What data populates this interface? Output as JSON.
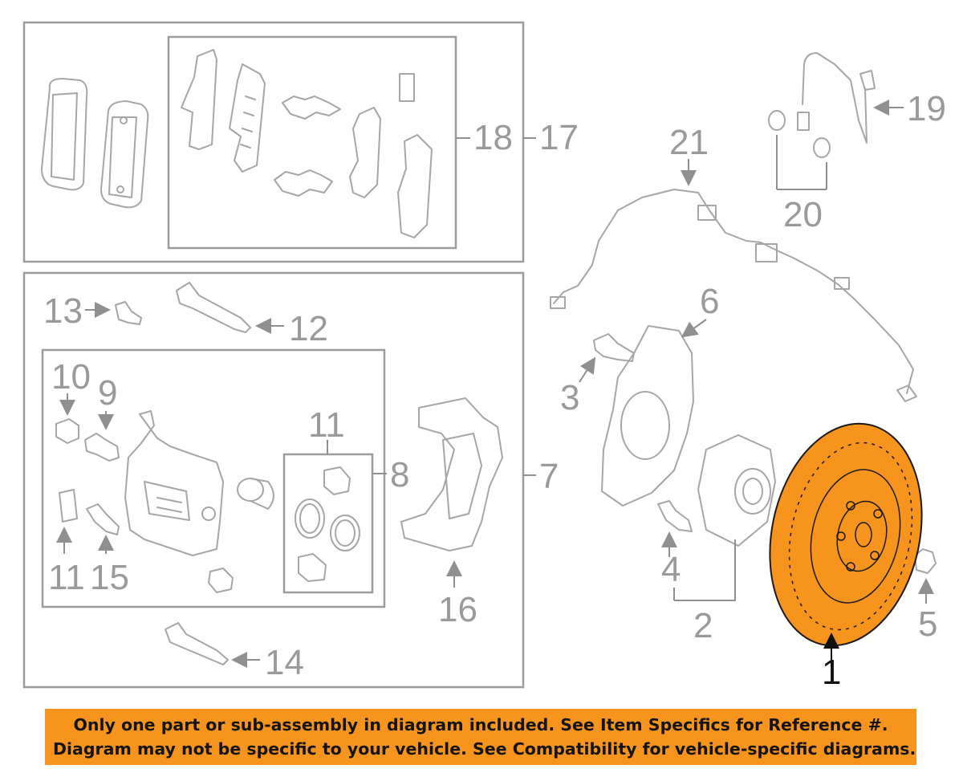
{
  "callouts": {
    "c1": "1",
    "c2": "2",
    "c3": "3",
    "c4": "4",
    "c5": "5",
    "c6": "6",
    "c7": "7",
    "c8": "8",
    "c9": "9",
    "c10": "10",
    "c11a": "11",
    "c11b": "11",
    "c12": "12",
    "c13": "13",
    "c14": "14",
    "c15": "15",
    "c16": "16",
    "c17": "17",
    "c18": "18",
    "c19": "19",
    "c20": "20",
    "c21": "21"
  },
  "notice": {
    "line1": "Only one part or sub-assembly in diagram included. See Item Specifics for Reference #.",
    "line2": "Diagram may not be specific to your vehicle. See Compatibility for vehicle-specific diagrams."
  },
  "colors": {
    "highlight": "#f7941d",
    "line_gray": "#a6a6a6",
    "text_gray": "#9a9a9a",
    "banner": "#f7941d"
  }
}
